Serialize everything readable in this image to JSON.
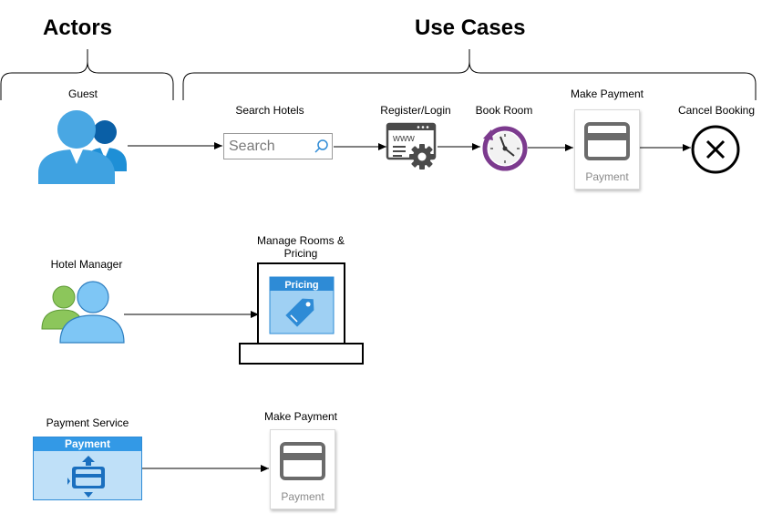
{
  "headers": {
    "actors": "Actors",
    "use_cases": "Use Cases"
  },
  "actors": {
    "guest": "Guest",
    "hotel_manager": "Hotel Manager",
    "payment_service": "Payment Service"
  },
  "use_cases": {
    "search_hotels": "Search Hotels",
    "register_login": "Register/Login",
    "book_room": "Book Room",
    "make_payment": "Make Payment",
    "cancel_booking": "Cancel Booking",
    "manage_rooms_pricing": "Manage Rooms & Pricing",
    "make_payment_service": "Make Payment"
  },
  "icon_text": {
    "search_placeholder": "Search",
    "www": "www",
    "payment_card": "Payment",
    "payment_card_2": "Payment",
    "pricing": "Pricing",
    "payment_service_panel": "Payment"
  },
  "icons": {
    "guest": "users-icon",
    "hotel_manager": "users-icon",
    "payment_service": "payment-service-icon",
    "search": "search-field-icon",
    "register_login": "web-settings-icon",
    "book_room": "clock-icon",
    "make_payment": "credit-card-icon",
    "cancel_booking": "cancel-icon",
    "manage_rooms_pricing": "pricing-tag-icon"
  },
  "colors": {
    "azure_blue": "#1e8fd6",
    "azure_dark": "#0a5fa6",
    "light_blue": "#7ec6f5",
    "green": "#8cc65b",
    "purple": "#7c3a8e",
    "grey_icon": "#6b6b6b",
    "panel_blue": "#3399e6"
  }
}
